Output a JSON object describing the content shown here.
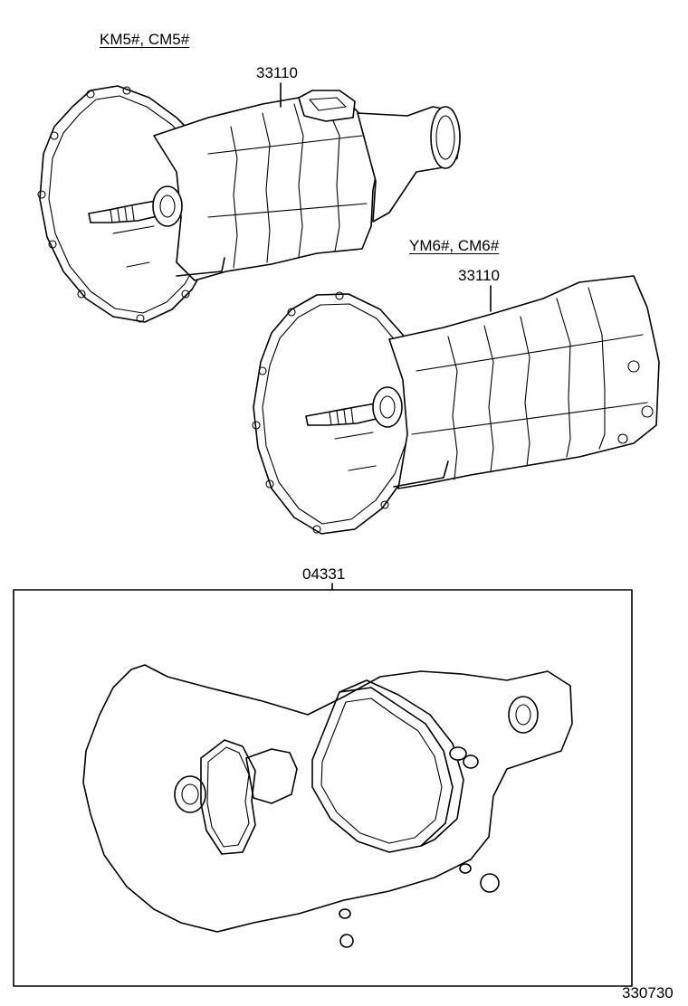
{
  "diagram": {
    "labels": {
      "variant_a": "KM5#, CM5#",
      "part_a": "33110",
      "variant_b": "YM6#, CM6#",
      "part_b": "33110",
      "kit": "04331",
      "figure_no": "330730"
    },
    "icons": [
      "transmission-assembly-5speed",
      "transmission-assembly-6speed",
      "gasket-kit"
    ]
  }
}
